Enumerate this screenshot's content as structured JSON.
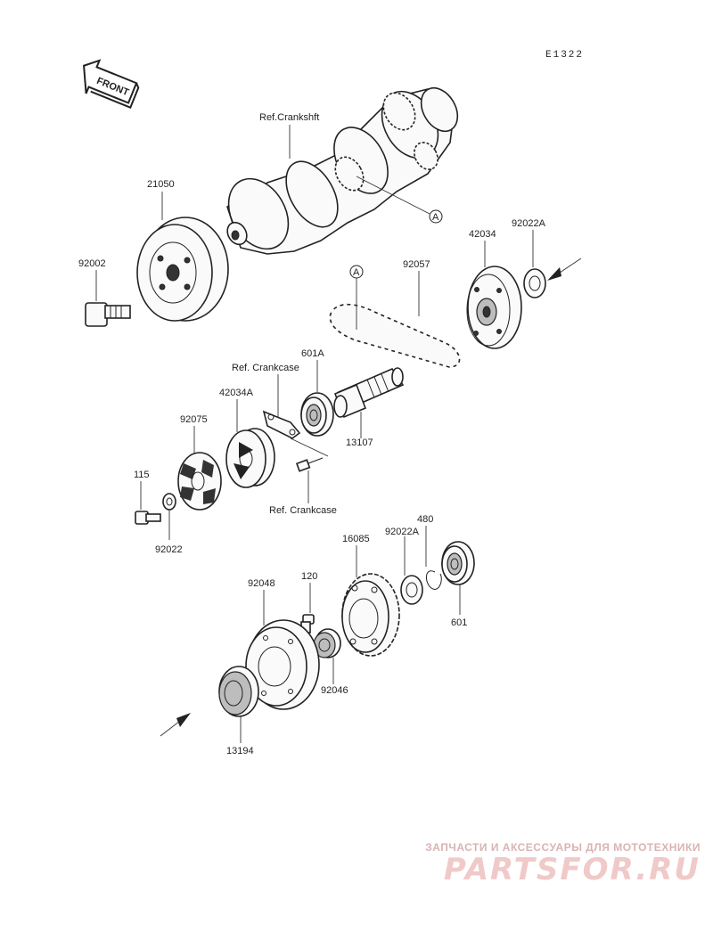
{
  "diagram_code": "E1322",
  "front_label": "FRONT",
  "callout_letter": "A",
  "labels": {
    "ref_crankshaft": "Ref.Crankshft",
    "p21050": "21050",
    "p92002": "92002",
    "p42034": "42034",
    "p92022A_top": "92022A",
    "p92057": "92057",
    "ref_crankcase_top": "Ref. Crankcase",
    "p601A": "601A",
    "p42034A": "42034A",
    "p92075": "92075",
    "p13107": "13107",
    "p115": "115",
    "p92022": "92022",
    "ref_crankcase_bottom": "Ref. Crankcase",
    "p480": "480",
    "p92022A_bottom": "92022A",
    "p16085": "16085",
    "p92048": "92048",
    "p120": "120",
    "p601": "601",
    "p92046": "92046",
    "p13194": "13194"
  },
  "watermark": {
    "tagline": "ЗАПЧАСТИ И АКСЕССУАРЫ ДЛЯ МОТОТЕХНИКИ",
    "logo": "PARTSFOR.RU"
  },
  "colors": {
    "line": "#222222",
    "watermark": "#f0c9c9"
  }
}
